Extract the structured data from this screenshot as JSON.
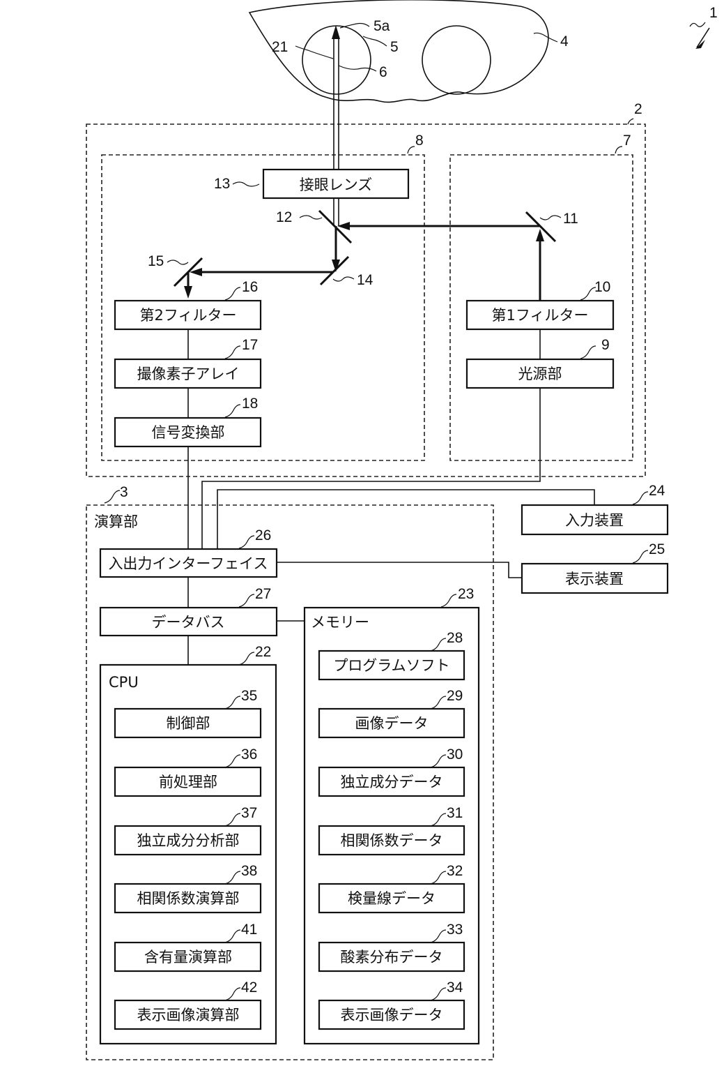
{
  "refs": {
    "system": "1",
    "unit": "2",
    "calc": "3",
    "eye": "4",
    "fundus": "5",
    "fundus_point": "5a",
    "optic_disc": "6",
    "light_source_system": "7",
    "imaging_system": "8",
    "light_source": "9",
    "filter1": "10",
    "mirror11": "11",
    "mirror12": "12",
    "eyepiece": "13",
    "mirror14": "14",
    "mirror15": "15",
    "filter2": "16",
    "sensor": "17",
    "converter": "18",
    "vessel": "21",
    "cpu": "22",
    "memory": "23",
    "input": "24",
    "display": "25",
    "io": "26",
    "bus": "27",
    "prog": "28",
    "imgdata": "29",
    "icdata": "30",
    "corrdata": "31",
    "calibdata": "32",
    "o2data": "33",
    "dispdata": "34",
    "control": "35",
    "preproc": "36",
    "ica": "37",
    "corrcalc": "38",
    "content": "41",
    "dispcalc": "42"
  },
  "labels": {
    "eyepiece": "接眼レンズ",
    "filter1": "第1フィルター",
    "filter2": "第2フィルター",
    "light_source": "光源部",
    "sensor": "撮像素子アレイ",
    "converter": "信号変換部",
    "calc_unit": "演算部",
    "input_device": "入力装置",
    "display_device": "表示装置",
    "io_interface": "入出力インターフェイス",
    "data_bus": "データバス",
    "memory": "メモリー",
    "cpu": "CPU",
    "control": "制御部",
    "preproc": "前処理部",
    "ica": "独立成分分析部",
    "corrcalc": "相関係数演算部",
    "content": "含有量演算部",
    "dispcalc": "表示画像演算部",
    "prog": "プログラムソフト",
    "imgdata": "画像データ",
    "icdata": "独立成分データ",
    "corrdata": "相関係数データ",
    "calibdata": "検量線データ",
    "o2data": "酸素分布データ",
    "dispdata": "表示画像データ"
  }
}
